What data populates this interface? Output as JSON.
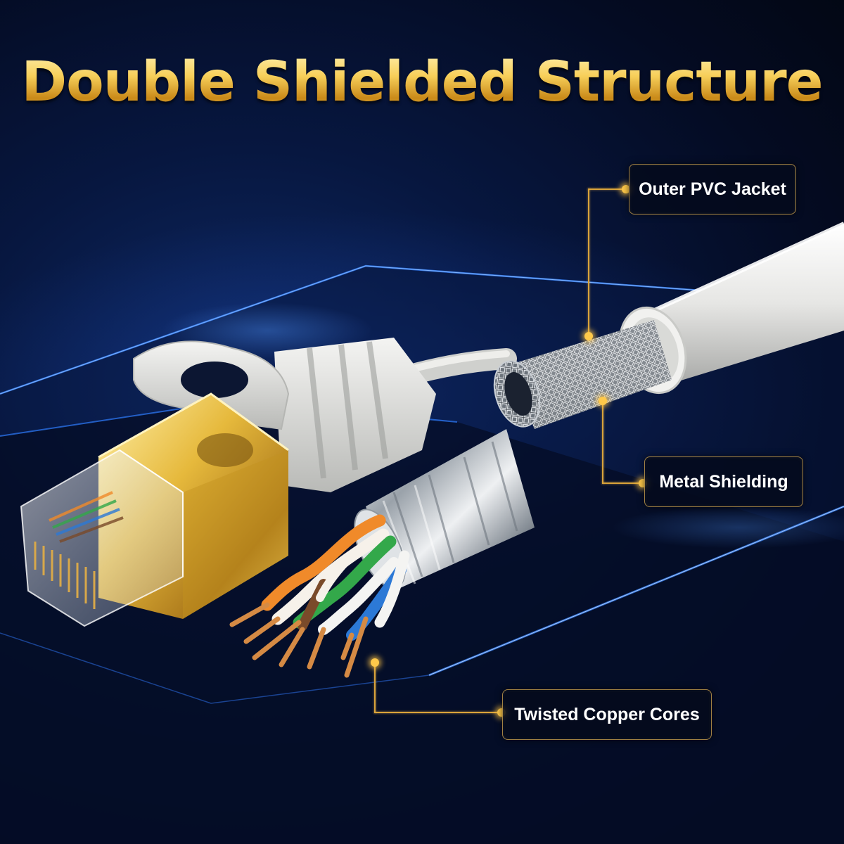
{
  "title": "Double Shielded Structure",
  "labels": {
    "outer_jacket": "Outer PVC Jacket",
    "metal_shielding": "Metal Shielding",
    "copper_cores": "Twisted Copper Cores"
  },
  "colors": {
    "accent_gold": "#f2c24c",
    "background": "#050b1e",
    "glow_blue": "#2f7dff",
    "cable_white": "#e9e9e7",
    "connector_gold": "#e2b83a"
  }
}
